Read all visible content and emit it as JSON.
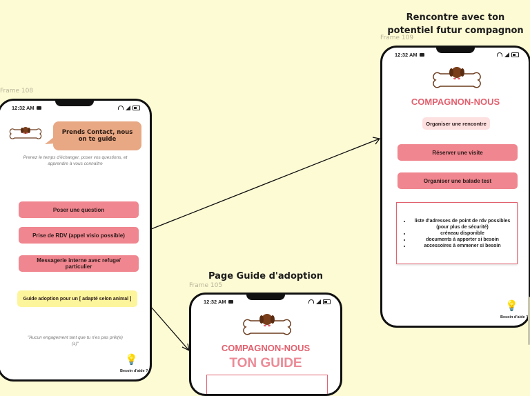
{
  "canvas": {
    "bg_color": "#fdfbd4",
    "accent_color": "#f0868f",
    "brand_color": "#e2616f",
    "bubble_color": "#e8a884",
    "yellow_button_color": "#fdf59c"
  },
  "frame108": {
    "label": "Frame 108",
    "status_time": "12:32 AM",
    "bubble_text": "Prends Contact, nous on te guide",
    "subtitle": "Prenez le temps d'échanger, poser vos questions, et apprendre à vous connaître",
    "buttons": [
      "Poser une question",
      "Prise de RDV (appel visio possible)",
      "Messagerie interne avec refuge/ particulier"
    ],
    "guide_button": "Guide adoption pour un [ adapté selon animal ]",
    "footer_quote": "\"Aucun engagement tant que tu n'es pas prêt(e)(s)\"",
    "help_label": "Besoin d'aide ?"
  },
  "frame109": {
    "label": "Frame 109",
    "heading": "Rencontre avec ton potentiel futur compagnon",
    "status_time": "12:32 AM",
    "brand": "COMPAGNON-NOUS",
    "section_label": "Organiser une rencontre",
    "buttons": [
      "Réserver une visite",
      "Organiser une balade test"
    ],
    "list_items": [
      "liste d'adresses de point de rdv possibles (pour plus de sécurité)",
      "créneau disponible",
      "documents à apporter si besoin",
      "accessoires à emmener si besoin"
    ],
    "help_label": "Besoin d'aide ?"
  },
  "frame105": {
    "label": "Frame 105",
    "heading": "Page Guide d'adoption",
    "status_time": "12:32 AM",
    "brand": "COMPAGNON-NOUS",
    "subtitle": "TON GUIDE"
  }
}
